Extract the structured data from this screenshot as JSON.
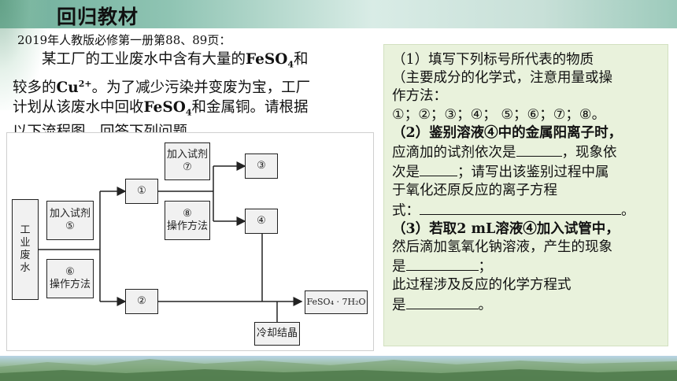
{
  "header": {
    "title": "回归教材"
  },
  "source": "2019年人教版必修第一册第88、89页：",
  "intro": {
    "line1_a": "某工厂的工业废水中含有大量的",
    "line1_b": "FeSO",
    "line1_sub": "4",
    "line1_c": "和",
    "line2_a": "较多的",
    "line2_b": "Cu",
    "line2_sup": "2+",
    "line2_c": "。为了减少污染并变废为宝，工厂",
    "line3_a": "计划从该废水中回收",
    "line3_b": "FeSO",
    "line3_sub": "4",
    "line3_c": "和金属铜。请根据",
    "line4": "以下流程图，回答下列问题。"
  },
  "flowchart": {
    "wastewater": "工\n业\n废\n水",
    "reagent5": "加入试剂\n⑤",
    "method6": "⑥\n操作方法",
    "node1": "①",
    "node2": "②",
    "reagent7": "加入试剂\n⑦",
    "method8": "⑧\n操作方法",
    "node3": "③",
    "node4": "④",
    "product": "FeSO₄ · 7H₂O",
    "crystal": "冷却结晶"
  },
  "questions": {
    "q1_l1": "（1）填写下列标号所代表的物质",
    "q1_l2": "（主要成分的化学式，注意用量或操",
    "q1_l3": "作方法：",
    "q1_l4": "①；②；③；④； ⑤；⑥；⑦；⑧。",
    "q2_l1": "（2）鉴别溶液④中的金属阳离子时，",
    "q2_l2a": "应滴加的试剂依次是",
    "q2_l2b": "，现象依",
    "q2_l3a": "次是",
    "q2_l3b": "；请写出该鉴别过程中属",
    "q2_l4": "于氧化还原反应的离子方程",
    "q2_l5a": "式：",
    "q2_l5b": "。",
    "q3_l1a": "（3）若取",
    "q3_l1b": "2 mL",
    "q3_l1c": "溶液④加入试管中，",
    "q3_l2": "然后滴加氢氧化钠溶液，产生的现象",
    "q3_l3a": "是",
    "q3_l3b": "；",
    "q3_l4": "此过程涉及反应的化学方程式",
    "q3_l5a": "是",
    "q3_l5b": "。"
  },
  "colors": {
    "panel_bg": "#e9f2dc",
    "header_green": "#8fc4b3"
  }
}
